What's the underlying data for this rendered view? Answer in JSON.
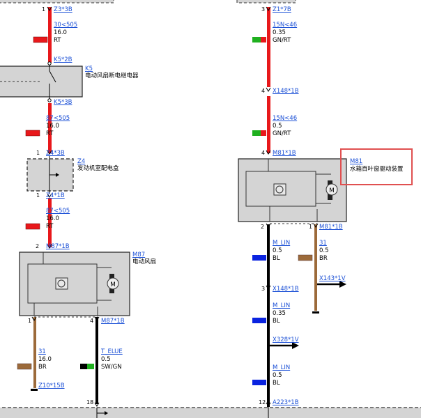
{
  "colors": {
    "red": "#e8181b",
    "green": "#1fb01f",
    "blue": "#0a23e0",
    "brown": "#9c6a3a",
    "black": "#000000",
    "link": "#1a4fd6",
    "box_fill": "#d4d4d4",
    "highlight": "#e05050"
  },
  "left": {
    "top_connector": "Z3*3B",
    "top_pin": "1",
    "w1": {
      "id": "30<505",
      "size": "16.0",
      "color": "RT"
    },
    "k5_pin_in": "K5*2B",
    "k5": {
      "id": "K5",
      "desc": "电动风扇断电继电器"
    },
    "k5_pin_out": "K5*3B",
    "w2": {
      "id": "87<505",
      "size": "16.0",
      "color": "RT"
    },
    "z4_pin_in_num": "1",
    "z4_pin_in": "Z4*3B",
    "z4": {
      "id": "Z4",
      "desc": "发动机室配电盒"
    },
    "z4_pin_out_num": "1",
    "z4_pin_out": "Z4*1B",
    "w3": {
      "id": "87<505",
      "size": "16.0",
      "color": "RT"
    },
    "m87_pin_num": "2",
    "m87_pin": "M87*1B",
    "m87": {
      "id": "M87",
      "desc": "电动风扇"
    },
    "m87_pin1": "1",
    "m87_pin4": "4",
    "m87_pin4_label": "M87*1B",
    "w4": {
      "id": "31",
      "size": "16.0",
      "color": "BR"
    },
    "z10": "Z10*15B",
    "w5": {
      "id": "T_ELUE",
      "size": "0.5",
      "color": "SW/GN"
    },
    "bottom_pin": "18"
  },
  "right": {
    "top_pin": "3",
    "top_connector": "Z1*7B",
    "w1": {
      "id": "15N<46",
      "size": "0.35",
      "color": "GN/RT"
    },
    "x148_pin": "4",
    "x148": "X148*1B",
    "w2": {
      "id": "15N<46",
      "size": "0.5",
      "color": "GN/RT"
    },
    "m81_pin_num": "4",
    "m81_pin": "M81*1B",
    "m81": {
      "id": "M81",
      "desc": "水箱百叶窗驱动装置"
    },
    "m81_pin2": "2",
    "m81_pin1": "1",
    "m81_pin1_label": "M81*1B",
    "w3": {
      "id": "M_LIN",
      "size": "0.5",
      "color": "BL"
    },
    "w4": {
      "id": "31",
      "size": "0.5",
      "color": "BR"
    },
    "x143": "X143*1V",
    "x148b_pin": "3",
    "x148b": "X148*1B",
    "w5": {
      "id": "M_LIN",
      "size": "0.35",
      "color": "BL"
    },
    "x328": "X328*1V",
    "w6": {
      "id": "M_LIN",
      "size": "0.5",
      "color": "BL"
    },
    "a223_pin": "12",
    "a223": "A223*1B"
  }
}
